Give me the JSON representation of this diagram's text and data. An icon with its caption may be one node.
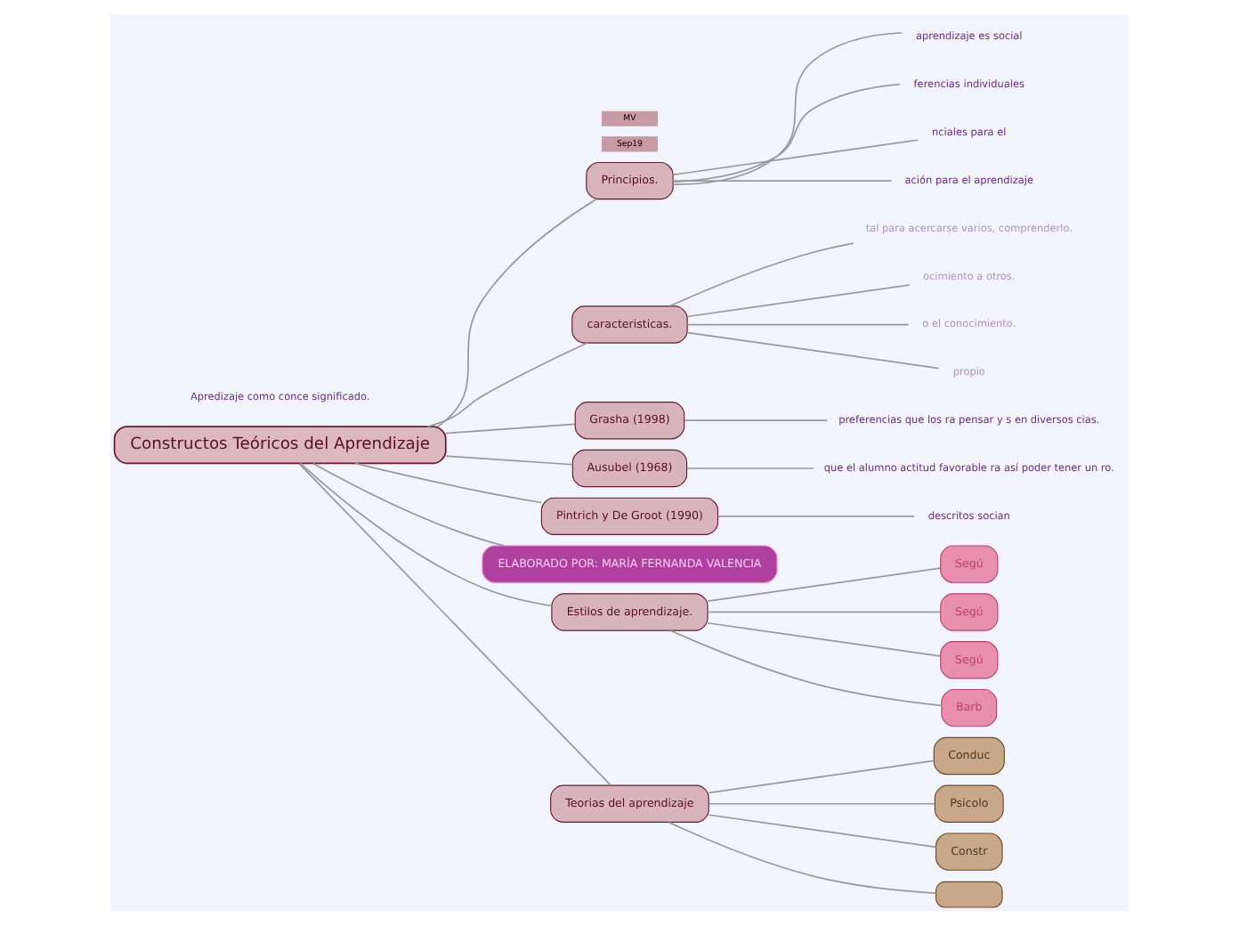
{
  "diagram": {
    "nodes": [
      {
        "text": [
          "Constructos Teóricos del Aprendizaje"
        ],
        "beside": [
          "MV",
          "Sep19"
        ]
      },
      {
        "text": [
          "Principios."
        ]
      },
      {
        "text": [
          "aprendizaje es social"
        ]
      },
      {
        "text": [
          "ferencias individuales"
        ]
      },
      {
        "text": [
          "nciales para el"
        ]
      },
      {
        "text": [
          "ación para el aprendizaje"
        ]
      },
      {
        "text": [
          "caracteristicas."
        ]
      },
      {
        "text": [
          "tal para acercarse varios, comprenderlo."
        ]
      },
      {
        "text": [
          "ocimiento a otros."
        ]
      },
      {
        "text": [
          "o el conocimiento."
        ]
      },
      {
        "text": [
          "propio"
        ]
      },
      {
        "text": [
          "Grasha (1998)"
        ]
      },
      {
        "text": [
          "preferencias que los ra pensar y s en diversos cias."
        ]
      },
      {
        "text": [
          "Ausubel (1968)"
        ]
      },
      {
        "text": [
          "que el alumno actitud favorable ra así poder tener un ro."
        ]
      },
      {
        "text": [
          "Pintrich y De Groot (1990)"
        ]
      },
      {
        "text": [
          "descritos socian"
        ]
      },
      {
        "text": [
          "ELABORADO POR: MARÍA FERNANDA VALENCIA"
        ]
      },
      {
        "text": [
          "Estilos de aprendizaje."
        ]
      },
      {
        "text": [
          "Segú"
        ]
      },
      {
        "text": [
          "Segú"
        ]
      },
      {
        "text": [
          "Segú"
        ]
      },
      {
        "text": [
          "Barb"
        ]
      },
      {
        "text": [
          "Teorias del aprendizaje"
        ]
      },
      {
        "text": [
          "Conduc"
        ]
      },
      {
        "text": [
          "Psicolo"
        ]
      },
      {
        "text": [
          "Constr"
        ]
      },
      {
        "text": [],
        "shape": "box"
      }
    ],
    "edges": [
      {
        "from": 0,
        "to": 1,
        "arrow": "none"
      },
      {
        "from": 1,
        "to": 2,
        "arrow": "none"
      },
      {
        "from": 1,
        "to": 3,
        "arrow": "none"
      },
      {
        "from": 1,
        "to": 4,
        "arrow": "none"
      },
      {
        "from": 1,
        "to": 5,
        "arrow": "none"
      },
      {
        "from": 0,
        "to": 6,
        "arrow": "none"
      },
      {
        "from": 6,
        "to": 7,
        "arrow": "none"
      },
      {
        "from": 6,
        "to": 8,
        "arrow": "none"
      },
      {
        "from": 6,
        "to": 9,
        "arrow": "none"
      },
      {
        "from": 6,
        "to": 10,
        "arrow": "none"
      },
      {
        "from": 0,
        "to": 11,
        "arrow": "none"
      },
      {
        "from": 11,
        "to": 12,
        "arrow": "none"
      },
      {
        "from": 0,
        "to": 13,
        "arrow": "none"
      },
      {
        "from": 13,
        "to": 14,
        "arrow": "none"
      },
      {
        "from": 0,
        "to": 15,
        "arrow": "none"
      },
      {
        "from": 15,
        "to": 16,
        "arrow": "none"
      },
      {
        "from": 0,
        "to": 17,
        "arrow": "none"
      },
      {
        "from": 0,
        "to": 18,
        "arrow": "none"
      },
      {
        "from": 18,
        "to": 19,
        "arrow": "none"
      },
      {
        "from": 18,
        "to": 20,
        "arrow": "none"
      },
      {
        "from": 18,
        "to": 21,
        "arrow": "none"
      },
      {
        "from": 18,
        "to": 22,
        "arrow": "none"
      },
      {
        "from": 0,
        "to": 23,
        "arrow": "none"
      },
      {
        "from": 23,
        "to": 24,
        "arrow": "none"
      },
      {
        "from": 23,
        "to": 25,
        "arrow": "none"
      },
      {
        "from": 23,
        "to": 26,
        "arrow": "none"
      },
      {
        "from": 23,
        "to": 27,
        "arrow": "none"
      }
    ],
    "labels": [
      "Apredizaje como conce significado."
    ]
  }
}
